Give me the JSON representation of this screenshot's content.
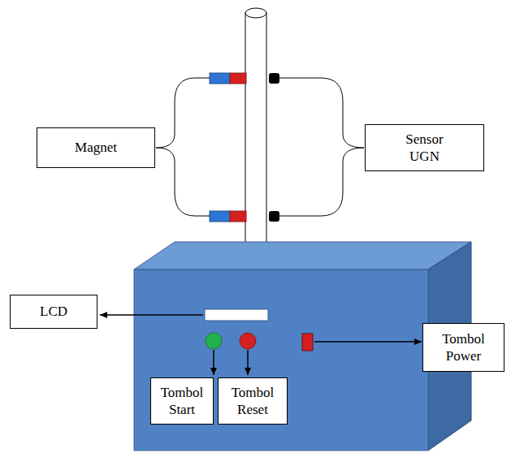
{
  "diagram": {
    "nodes": [
      {
        "text": [
          "Magnet"
        ]
      },
      {
        "text": [
          "Sensor UGN"
        ]
      },
      {
        "text": [
          "LCD"
        ]
      },
      {
        "text": [
          "Tombol Power"
        ]
      },
      {
        "text": [
          "Tombol Start"
        ]
      },
      {
        "text": [
          "Tombol Reset"
        ]
      }
    ]
  }
}
